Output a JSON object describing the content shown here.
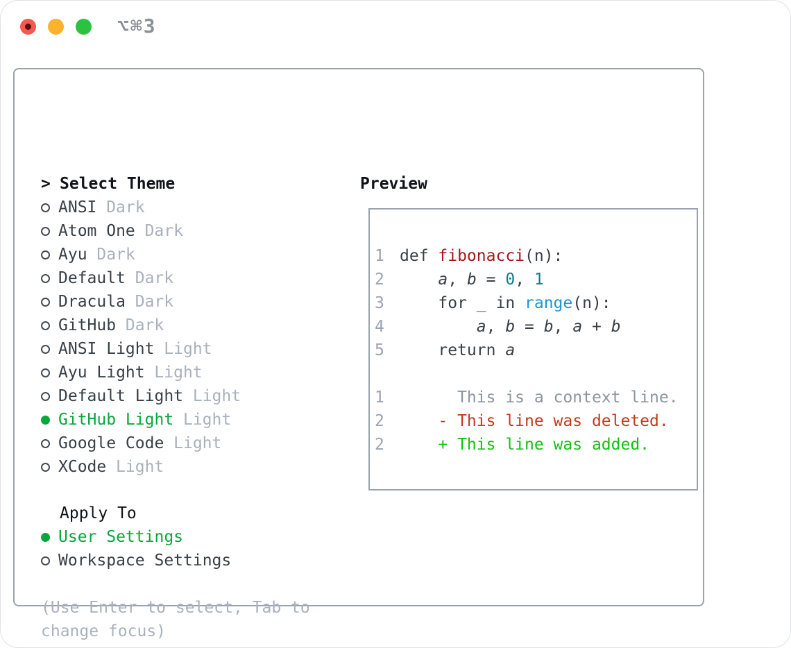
{
  "window": {
    "title": "⌥⌘3",
    "controls": [
      {
        "name": "close",
        "color": "#f5584e",
        "inner_dot": "#5a0f10"
      },
      {
        "name": "minimize",
        "color": "#fbb32d"
      },
      {
        "name": "zoom",
        "color": "#2bc23f"
      }
    ]
  },
  "theme_picker": {
    "prompt": ">",
    "title": "Select Theme",
    "items": [
      {
        "name": "ANSI",
        "variant": "Dark",
        "selected": false
      },
      {
        "name": "Atom One",
        "variant": "Dark",
        "selected": false
      },
      {
        "name": "Ayu",
        "variant": "Dark",
        "selected": false
      },
      {
        "name": "Default",
        "variant": "Dark",
        "selected": false
      },
      {
        "name": "Dracula",
        "variant": "Dark",
        "selected": false
      },
      {
        "name": "GitHub",
        "variant": "Dark",
        "selected": false
      },
      {
        "name": "ANSI Light",
        "variant": "Light",
        "selected": false
      },
      {
        "name": "Ayu Light",
        "variant": "Light",
        "selected": false
      },
      {
        "name": "Default Light",
        "variant": "Light",
        "selected": false
      },
      {
        "name": "GitHub Light",
        "variant": "Light",
        "selected": true
      },
      {
        "name": "Google Code",
        "variant": "Light",
        "selected": false
      },
      {
        "name": "XCode",
        "variant": "Light",
        "selected": false
      }
    ]
  },
  "apply_to": {
    "title": "Apply To",
    "options": [
      {
        "label": "User Settings",
        "selected": true
      },
      {
        "label": "Workspace Settings",
        "selected": false
      }
    ]
  },
  "hint": "(Use Enter to select, Tab to change focus)",
  "preview": {
    "title": "Preview",
    "lines": [
      {
        "num": "1",
        "tokens": [
          {
            "text": "def ",
            "style": "fg"
          },
          {
            "text": "fibonacci",
            "style": "func"
          },
          {
            "text": "(n):",
            "style": "fg"
          }
        ]
      },
      {
        "num": "2",
        "tokens": [
          {
            "text": "    ",
            "style": "fg"
          },
          {
            "text": "a",
            "style": "var"
          },
          {
            "text": ", ",
            "style": "fg"
          },
          {
            "text": "b",
            "style": "var"
          },
          {
            "text": " = ",
            "style": "fg"
          },
          {
            "text": "0",
            "style": "num"
          },
          {
            "text": ", ",
            "style": "fg"
          },
          {
            "text": "1",
            "style": "num"
          }
        ]
      },
      {
        "num": "3",
        "tokens": [
          {
            "text": "    for _ in ",
            "style": "fg"
          },
          {
            "text": "range",
            "style": "call"
          },
          {
            "text": "(n):",
            "style": "fg"
          }
        ]
      },
      {
        "num": "4",
        "tokens": [
          {
            "text": "        ",
            "style": "fg"
          },
          {
            "text": "a",
            "style": "var"
          },
          {
            "text": ", ",
            "style": "fg"
          },
          {
            "text": "b",
            "style": "var"
          },
          {
            "text": " = ",
            "style": "fg"
          },
          {
            "text": "b",
            "style": "var"
          },
          {
            "text": ", ",
            "style": "fg"
          },
          {
            "text": "a",
            "style": "var"
          },
          {
            "text": " + ",
            "style": "fg"
          },
          {
            "text": "b",
            "style": "var"
          }
        ]
      },
      {
        "num": "5",
        "tokens": [
          {
            "text": "    return ",
            "style": "fg"
          },
          {
            "text": "a",
            "style": "var"
          }
        ]
      },
      {
        "num": "",
        "tokens": []
      },
      {
        "num": "1",
        "tokens": [
          {
            "text": "      This is a context line.",
            "style": "context"
          }
        ]
      },
      {
        "num": "2",
        "tokens": [
          {
            "text": "    - This line was deleted.",
            "style": "deleted"
          }
        ]
      },
      {
        "num": "2",
        "tokens": [
          {
            "text": "    + This line was added.",
            "style": "added"
          }
        ]
      }
    ]
  },
  "colors": {
    "accent_green": "#09a73c",
    "added_green": "#13c113",
    "deleted_red": "#c43a1e",
    "function_red": "#a31919",
    "number_teal": "#0c7e8c",
    "call_blue": "#1d95d2",
    "border_gray": "#9aa3ad",
    "dim_gray": "#a9b1bc"
  }
}
